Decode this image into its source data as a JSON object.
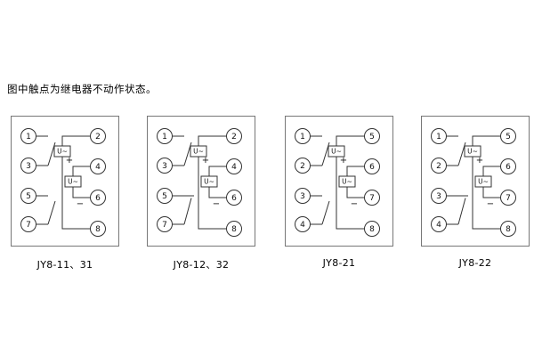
{
  "note": "图中触点为继电器不动作状态。",
  "diagrams": [
    {
      "caption": "JY8-11、31",
      "left_terminals": [
        "1",
        "3",
        "5",
        "7"
      ],
      "right_terminals": [
        "2",
        "4",
        "6",
        "8"
      ],
      "element1_label": "U~",
      "element2_label": "U~",
      "plus": "+",
      "minus": "−"
    },
    {
      "caption": "JY8-12、32",
      "left_terminals": [
        "1",
        "3",
        "5",
        "7"
      ],
      "right_terminals": [
        "2",
        "4",
        "6",
        "8"
      ],
      "element1_label": "U~",
      "element2_label": "U~",
      "plus": "+",
      "minus": "−"
    },
    {
      "caption": "JY8-21",
      "left_terminals": [
        "1",
        "2",
        "3",
        "4"
      ],
      "right_terminals": [
        "5",
        "6",
        "7",
        "8"
      ],
      "element1_label": "U~",
      "element2_label": "U~",
      "plus": "+",
      "minus": "−"
    },
    {
      "caption": "JY8-22",
      "left_terminals": [
        "1",
        "2",
        "3",
        "4"
      ],
      "right_terminals": [
        "5",
        "6",
        "7",
        "8"
      ],
      "element1_label": "U~",
      "element2_label": "U~",
      "plus": "+",
      "minus": "−"
    }
  ]
}
